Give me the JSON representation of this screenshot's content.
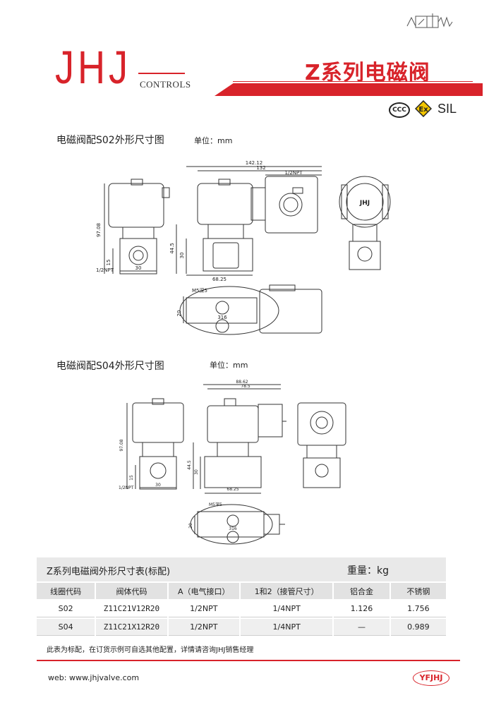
{
  "header": {
    "logo": "JHJ",
    "logo_sub": "CONTROLS",
    "title": "Z系列电磁阀",
    "certs": [
      "CCC",
      "Ex",
      "SIL"
    ]
  },
  "s02": {
    "caption": "电磁阀配S02外形尺寸图",
    "unit": "单位：mm",
    "dims": {
      "overall": "142.12",
      "body": "132",
      "port_npt": "1/2NPT",
      "height": "97.08",
      "d15": "15",
      "d30": "30",
      "d44": "44.5",
      "d30b": "30",
      "d68": "68.25",
      "base_npt": "1/2NPT",
      "screw": "M5深5",
      "d20": "20",
      "d316": "316",
      "cover_mark": "JHJ"
    }
  },
  "s04": {
    "caption": "电磁阀配S04外形尺寸图",
    "unit": "单位：mm",
    "dims": {
      "overall": "88.62",
      "body": "78.5",
      "height": "97.08",
      "d15": "15",
      "d30": "30",
      "d44": "44.5",
      "d30b": "30",
      "d68": "68.25",
      "base_npt": "1/2NPT",
      "screw": "M5深5",
      "d20": "20",
      "d316": "316"
    }
  },
  "table": {
    "caption": "Z系列电磁阀外形尺寸表(标配)",
    "weight_label": "重量：kg",
    "headers": [
      "线圈代码",
      "阀体代码",
      "A（电气接口）",
      "1和2（接管尺寸）",
      "铝合金",
      "不锈钢"
    ],
    "rows": [
      [
        "S02",
        "Z11C21V12R20",
        "1/2NPT",
        "1/4NPT",
        "1.126",
        "1.756"
      ],
      [
        "S04",
        "Z11C21X12R20",
        "1/2NPT",
        "1/4NPT",
        "—",
        "0.989"
      ]
    ]
  },
  "note": "此表为标配，在订货示例可自选其他配置，详情请咨询JHJ销售经理",
  "footer": {
    "web": "web:  www.jhjvalve.com",
    "brand": "YFJHJ"
  }
}
